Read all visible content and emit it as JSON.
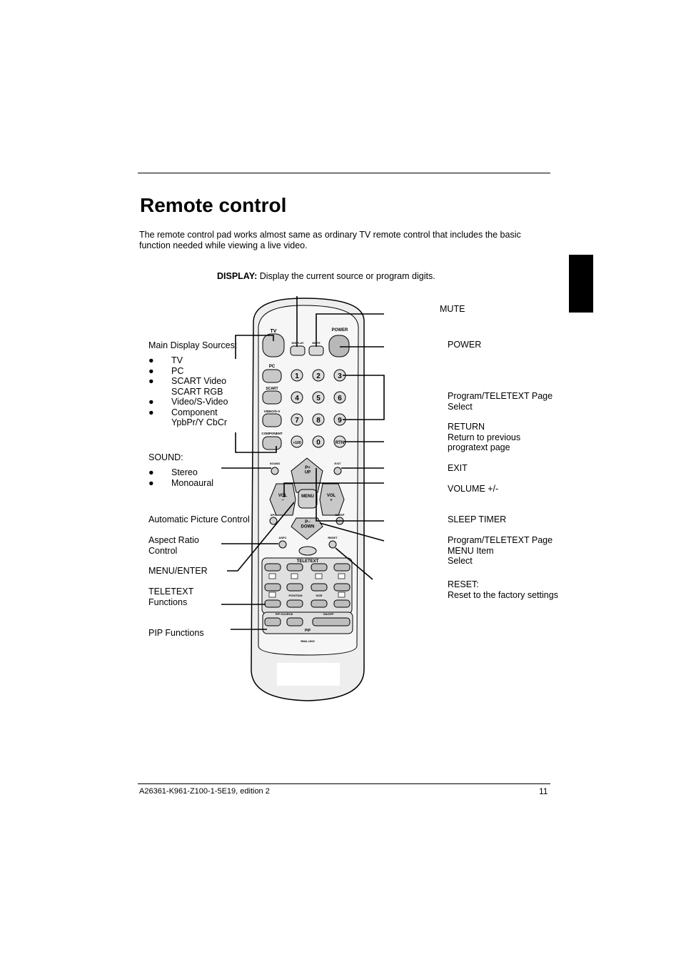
{
  "page": {
    "title": "Remote control",
    "intro": "The remote control pad works almost same as ordinary TV remote control that includes the basic function needed while viewing a live video.",
    "display": {
      "label": "DISPLAY:",
      "text": " Display the current source or program digits."
    }
  },
  "labels_left": {
    "sources_title": "Main Display Sources:",
    "sources": [
      "TV",
      "PC",
      "SCART Video\nSCART RGB",
      "Video/S-Video",
      "Component\nYpbPr/Y CbCr"
    ],
    "sound_title": "SOUND:",
    "sound": [
      "Stereo",
      "Monoaural"
    ],
    "apc": "Automatic Picture Control",
    "aspect": "Aspect Ratio\nControl",
    "menu_enter": "MENU/ENTER",
    "teletext": "TELETEXT\nFunctions",
    "pip": "PIP Functions",
    "bullet": "●"
  },
  "labels_right": {
    "mute": "MUTE",
    "power": "POWER",
    "page_select": "Program/TELETEXT Page\nSelect",
    "return": "RETURN\nReturn to previous\nprogratext page",
    "exit": "EXIT",
    "volume": "VOLUME +/-",
    "sleep": "SLEEP TIMER",
    "menu_item": "Program/TELETEXT Page\nMENU Item\nSelect",
    "reset": "RESET:\nReset to the factory settings"
  },
  "remote": {
    "top_labels": [
      "TV",
      "DISPLAY",
      "MUTE",
      "POWER"
    ],
    "source_buttons": [
      "PC",
      "SCART",
      "VIDEO/S-V",
      "COMPONENT"
    ],
    "digits": [
      "1",
      "2",
      "3",
      "4",
      "5",
      "6",
      "7",
      "8",
      "9",
      "+100",
      "0",
      "RTN"
    ],
    "small_keys": [
      "SOUND",
      "EXIT",
      "APC",
      "SLEEP",
      "ASPC",
      "RESET"
    ],
    "nav": [
      "P+\nUP",
      "VOL\n−",
      "MENU",
      "VOL\n+",
      "P−\nDOWN"
    ],
    "teletext_label": "TELETEXT",
    "tt_labels": [
      "POSITION",
      "SIZE"
    ],
    "pip_labels": [
      "PIP SOURCE",
      "ON/OFF"
    ],
    "pip_title": "PIP",
    "model": "RMA-1000"
  },
  "footer": {
    "doc_id": "A26361-K961-Z100-1-5E19, edition 2",
    "page_number": "11"
  }
}
